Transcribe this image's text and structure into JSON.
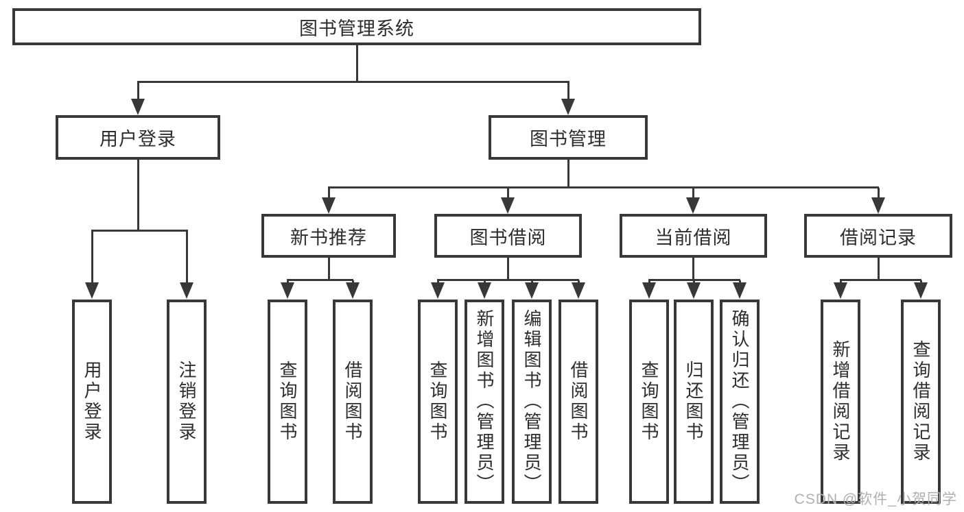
{
  "diagram": {
    "title": "图书管理系统",
    "branches": [
      {
        "label": "用户登录",
        "children": [
          {
            "label": "用户登录"
          },
          {
            "label": "注销登录"
          }
        ]
      },
      {
        "label": "图书管理",
        "children": [
          {
            "label": "新书推荐",
            "children": [
              {
                "label": "查询图书"
              },
              {
                "label": "借阅图书"
              }
            ]
          },
          {
            "label": "图书借阅",
            "children": [
              {
                "label": "查询图书"
              },
              {
                "label": "新增图书（管理员）"
              },
              {
                "label": "编辑图书（管理员）"
              },
              {
                "label": "借阅图书"
              }
            ]
          },
          {
            "label": "当前借阅",
            "children": [
              {
                "label": "查询图书"
              },
              {
                "label": "归还图书"
              },
              {
                "label": "确认归还（管理员）"
              }
            ]
          },
          {
            "label": "借阅记录",
            "children": [
              {
                "label": "新增借阅记录"
              },
              {
                "label": "查询借阅记录"
              }
            ]
          }
        ]
      }
    ]
  },
  "watermark": "CSDN @软件_小贺同学",
  "colors": {
    "line": "#383838",
    "text": "#2d2d2d",
    "watermark": "#b0b0b0",
    "background": "#ffffff"
  }
}
